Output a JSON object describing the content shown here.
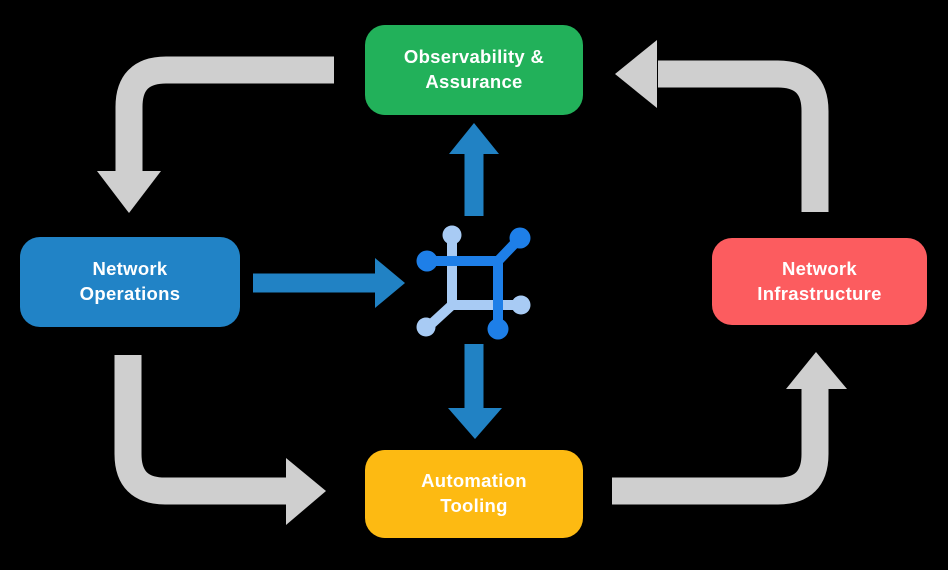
{
  "diagram": {
    "title": "Network automation lifecycle diagram",
    "background_color": "#000000",
    "text_color": "#FFFFFF",
    "nodes": [
      {
        "id": "observability-assurance",
        "label": "Observability &\nAssurance",
        "color": "#22B15A"
      },
      {
        "id": "network-operations",
        "label": "Network\nOperations",
        "color": "#2183C6"
      },
      {
        "id": "network-infrastructure",
        "label": "Network\nInfrastructure",
        "color": "#FC5C5F"
      },
      {
        "id": "automation-tooling",
        "label": "Automation\nTooling",
        "color": "#FDBA12"
      }
    ],
    "center_icon": {
      "name": "network-mesh-icon",
      "dark_color": "#1E7FE8",
      "light_color": "#A8CBF4"
    },
    "arrows": {
      "cycle_color": "#CFCFCF",
      "flow_color": "#2182C4",
      "cycle": [
        {
          "from": "observability-assurance",
          "to": "network-operations"
        },
        {
          "from": "network-operations",
          "to": "automation-tooling"
        },
        {
          "from": "automation-tooling",
          "to": "network-infrastructure"
        },
        {
          "from": "network-infrastructure",
          "to": "observability-assurance"
        }
      ],
      "flow": [
        {
          "from": "network-operations",
          "to": "center-icon"
        },
        {
          "from": "center-icon",
          "to": "observability-assurance"
        },
        {
          "from": "center-icon",
          "to": "automation-tooling"
        }
      ]
    }
  }
}
